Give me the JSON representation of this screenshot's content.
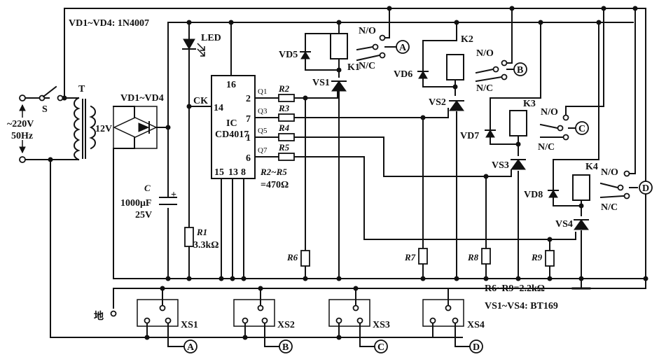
{
  "notes": {
    "diodes_power": "VD1~VD4: 1N4007",
    "r2_r5": "R2~R5",
    "r2_r5_value": "=470Ω",
    "r6_r9": "R6~R9=2.2kΩ",
    "scr_type": "VS1~VS4: BT169"
  },
  "supply": {
    "voltage": "~220V",
    "frequency": "50Hz",
    "switch": "S",
    "transformer": "T",
    "secondary": "12V",
    "bridge": "VD1~VD4"
  },
  "capacitor": {
    "ref": "C",
    "value": "1000μF",
    "voltage": "25V",
    "polarity": "+"
  },
  "led": {
    "label": "LED"
  },
  "r1": {
    "ref": "R1",
    "value": "3.3kΩ"
  },
  "ic": {
    "ref": "IC",
    "part": "CD4017",
    "pins": {
      "vdd": "16",
      "clk_label": "CK",
      "clk": "14",
      "gnd": "15",
      "p13": "13",
      "p8": "8",
      "q1": "2",
      "q3": "7",
      "q5": "1",
      "q7": "6"
    },
    "outputs": [
      "Q1",
      "Q3",
      "Q5",
      "Q7"
    ]
  },
  "gate_resistors": [
    "R2",
    "R3",
    "R4",
    "R5"
  ],
  "pulldown_resistors": [
    "R6",
    "R7",
    "R8",
    "R9"
  ],
  "channels": [
    {
      "relay": "K1",
      "diode": "VD5",
      "scr": "VS1",
      "no": "N/O",
      "nc": "N/C",
      "terminal": "A"
    },
    {
      "relay": "K2",
      "diode": "VD6",
      "scr": "VS2",
      "no": "N/O",
      "nc": "N/C",
      "terminal": "B"
    },
    {
      "relay": "K3",
      "diode": "VD7",
      "scr": "VS3",
      "no": "N/O",
      "nc": "N/C",
      "terminal": "C"
    },
    {
      "relay": "K4",
      "diode": "VD8",
      "scr": "VS4",
      "no": "N/O",
      "nc": "N/C",
      "terminal": "D"
    }
  ],
  "sockets": [
    "XS1",
    "XS2",
    "XS3",
    "XS4"
  ],
  "earth_label": "地"
}
